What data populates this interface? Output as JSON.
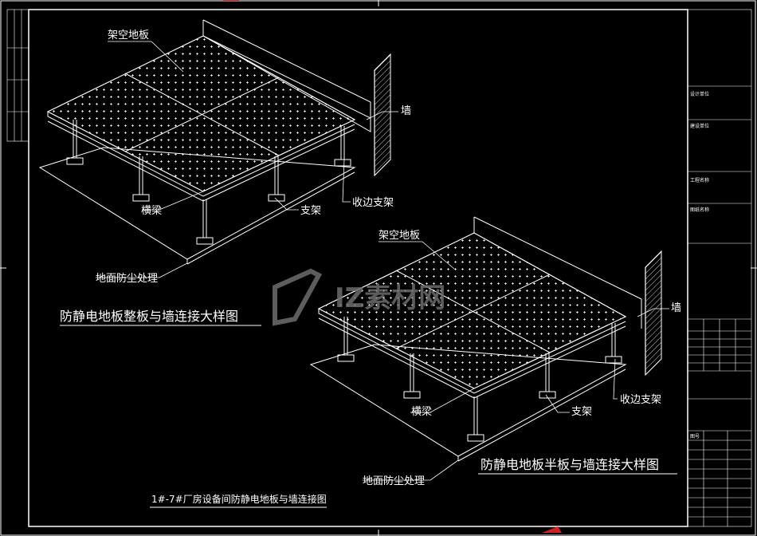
{
  "drawing": {
    "footer_title": "1#-7#厂房设备间防静电地板与墙连接图"
  },
  "detail_full": {
    "title": "防静电地板整板与墙连接大样图",
    "floor_label": "架空地板",
    "wall_label": "墙",
    "edge_support_label": "收边支架",
    "support_label": "支架",
    "beam_label": "横梁",
    "dust_label": "地面防尘处理"
  },
  "detail_half": {
    "title": "防静电地板半板与墙连接大样图",
    "floor_label": "架空地板",
    "wall_label": "墙",
    "edge_support_label": "收边支架",
    "support_label": "支架",
    "beam_label": "横梁",
    "dust_label": "地面防尘处理"
  },
  "watermark": {
    "text": "IZ素材网"
  },
  "title_block": {
    "field_1": "设计单位",
    "field_2": "建设单位",
    "field_3": "工程名称",
    "field_4": "图纸名称",
    "field_5": "图号"
  },
  "colors": {
    "line": "#ffffff",
    "background": "#000000",
    "watermark": "#6d6d6d",
    "accent_mark": "#cc2222"
  }
}
